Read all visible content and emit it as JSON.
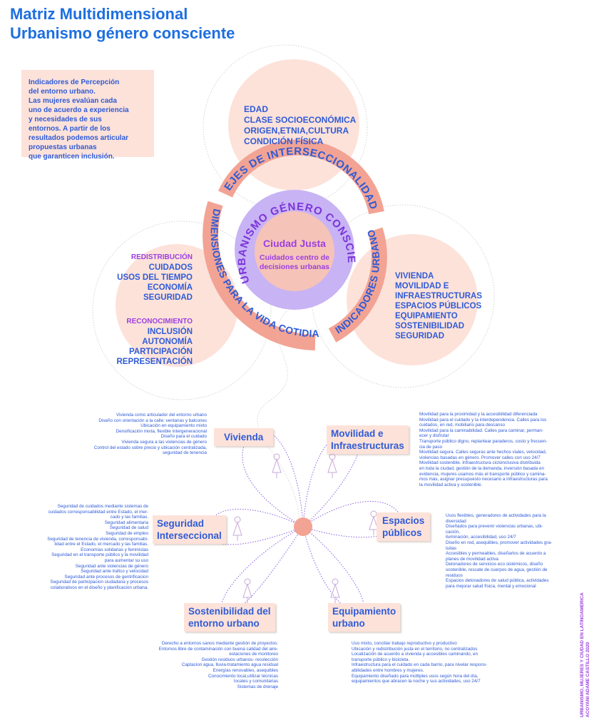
{
  "title": {
    "line1": "Matriz Multidimensional",
    "line2": "Urbanismo género consciente"
  },
  "intro": "Indicadores de Percepción\ndel entorno urbano.\nLas mujeres evalúan cada\nuno de acuerdo a experiencia\ny necesidades de sus\nentornos. A partir de los\nresultados podemos articular\npropuestas urbanas\nque garanticen inclusión.",
  "top_circle": {
    "items": [
      "EDAD",
      "CLASE SOCIOECONÓMICA",
      "ORIGEN,ETNIA,CULTURA",
      "CONDICIÓN FÍSICA"
    ]
  },
  "left_circle": {
    "head1": "REDISTRIBUCIÓN",
    "items1": [
      "CUIDADOS",
      "USOS DEL TIEMPO",
      "ECONOMÍA",
      "SEGURIDAD"
    ],
    "head2": "RECONOCIMIENTO",
    "items2": [
      "INCLUSIÓN",
      "AUTONOMÍA",
      "PARTICIPACIÓN",
      "REPRESENTACIÓN"
    ]
  },
  "right_circle": {
    "items": [
      "VIVIENDA",
      "MOVILIDAD E",
      "INFRAESTRUCTURAS",
      "ESPACIOS PÚBLICOS",
      "EQUIPAMIENTO",
      "SOSTENIBILIDAD",
      "SEGURIDAD"
    ]
  },
  "arcs": {
    "top": "EJES DE INTERSECCIONALIDAD",
    "left": "DIMENSIONES PARA LA VIDA COTIDIANA",
    "right": "INDICADORES URBANOS"
  },
  "center": {
    "ring": "URBANISMO GÉNERO CONSCIENTE",
    "title": "Ciudad Justa",
    "sub1": "Cuidados centro de",
    "sub2": "decisiones urbanas"
  },
  "petals": {
    "vivienda": {
      "label": "Vivienda",
      "text": "Vivienda como articulador del entorno urbano\nDiseño con orientación a la calle: ventanas y balcones\nUbicación en equipamiento mixto\nDensificación mixta, flexible intergeneracional\nDiseño para el cuidado\nVivienda segura a las violencias de género\nControl del estado sobre precio y ubicación centralizada,\nseguridad de tenencia"
    },
    "movilidad": {
      "label": "Movilidad e\nInfraestructuras",
      "text": "Movilidad para la proximidad y la accesibilidad diferenciada\nMovilidad para el cuidado y la interdependencia. Calles para los\ncuidados, en red, mobiliario para descanso\nMovilidad para la caminabilidad. Calles para caminar, perman-\necer y disfrutar\nTransporte público digno, replantear paraderos, costo y frecuen-\ncia de paso\nMovilidad segura. Calles seguras ante hechos viales, velocidad,\nviolencias basadas en género. Promover calles con uso 24/7\nMovilidad sostenible. Infraestructura cicloinclusiva distribuida\nen toda la ciudad, gestión de la demanda, inversión basada en\nevidencia, mujeres usamos más el transporte público y camina-\nmos más, asignar presupuesto necesario a infraestructuras para\nla movilidad activa y sostenible."
    },
    "seguridad": {
      "label": "Seguridad\nInterseccional",
      "text": "Seguridad de cuidados mediante sistemas de\ncuidados corresponsabilidad entre Estado, el mer-\ncado y las familias.\nSeguridad alimentaria\nSeguridad de salud\nSeguridad de empleo\nSeguridad de tenencia de vivienda, corresponsabi-\nlidad entre el Estado, el mercado y las familias.\nEconomías solidarias y feministas\nSeguridad en el transporte público y la movilidad\npara aumentar su uso\nSeguridad ante violencias de género\nSeguridad ante trafico y velocidad\nSeguridad ante procesos de gentrificacion\nSeguridad de participacion ciudadana y procesos\ncolaborativos en el diseño y planificacion urbana."
    },
    "espacios": {
      "label": "Espacios\npúblicos",
      "text": "Usos flexibles, generadores de actividades para la\ndiversidad\nDiseñados para prevenir violencias urbanas, ubi-\ncación,\niluminación, accesibilidad, uso 24/7\nDiseño en red, asequibles, promover actividades gra-\ntuitas\nAccesibles y permeables, diseñarlos de acuerdo a\nplanes de movilidad activa\nDetonadores de servicios eco sistémicos, diseño\nsostenible, rescate de cuerpos de agua, gestión de\nresiduos\nEspacios detonadores de salud pública, actividades\npara mejorar salud física, mental y emocional"
    },
    "sostenibilidad": {
      "label": "Sostenibilidad del\nentorno urbano",
      "text": "Derecho a entornos sanos mediante gestión de proyectos:\nEntornos libre de contaminación con buena calidad del aire-\nestaciones de monitoreo\nGestión residuos urbanos- recolección\nCaptacion agua, lluvia-tratamiento agua residual\nEnergías renovables, asequibles\nConocimiento local,utilizar técnicas\nlocales y comunitarias\nSistemas de drenaje"
    },
    "equipamiento": {
      "label": "Equipamiento\nurbano",
      "text": "Uso mixto, conciliar trabajo reproductivo y productivo\nUbicación y redistribución justa en el territorio, no centralizados\nLocalización de acuerdo a vivienda y accesibles caminando, en\ntransporte público y bicicleta.\nInfraestructura para el cuidado en cada barrio, para nivelar respons-\nabilidades entre hombres y mujeres.\nEquipamiento diseñado para múltiples usos según hora del día,\nequipamientos que abracen la noche y sus actividades, uso 24/7"
    }
  },
  "credit": "URBANISMO, MUJERES Y CIUDAD EN LATINOAMERICA\nACOYANI ADAME CASTILLO 2020",
  "colors": {
    "blue": "#2f5bd6",
    "title_blue": "#1e6fe0",
    "purple": "#9b3fe0",
    "peach": "#fde2da",
    "salmon": "#f2a394",
    "lavender": "#c8b3f5"
  }
}
